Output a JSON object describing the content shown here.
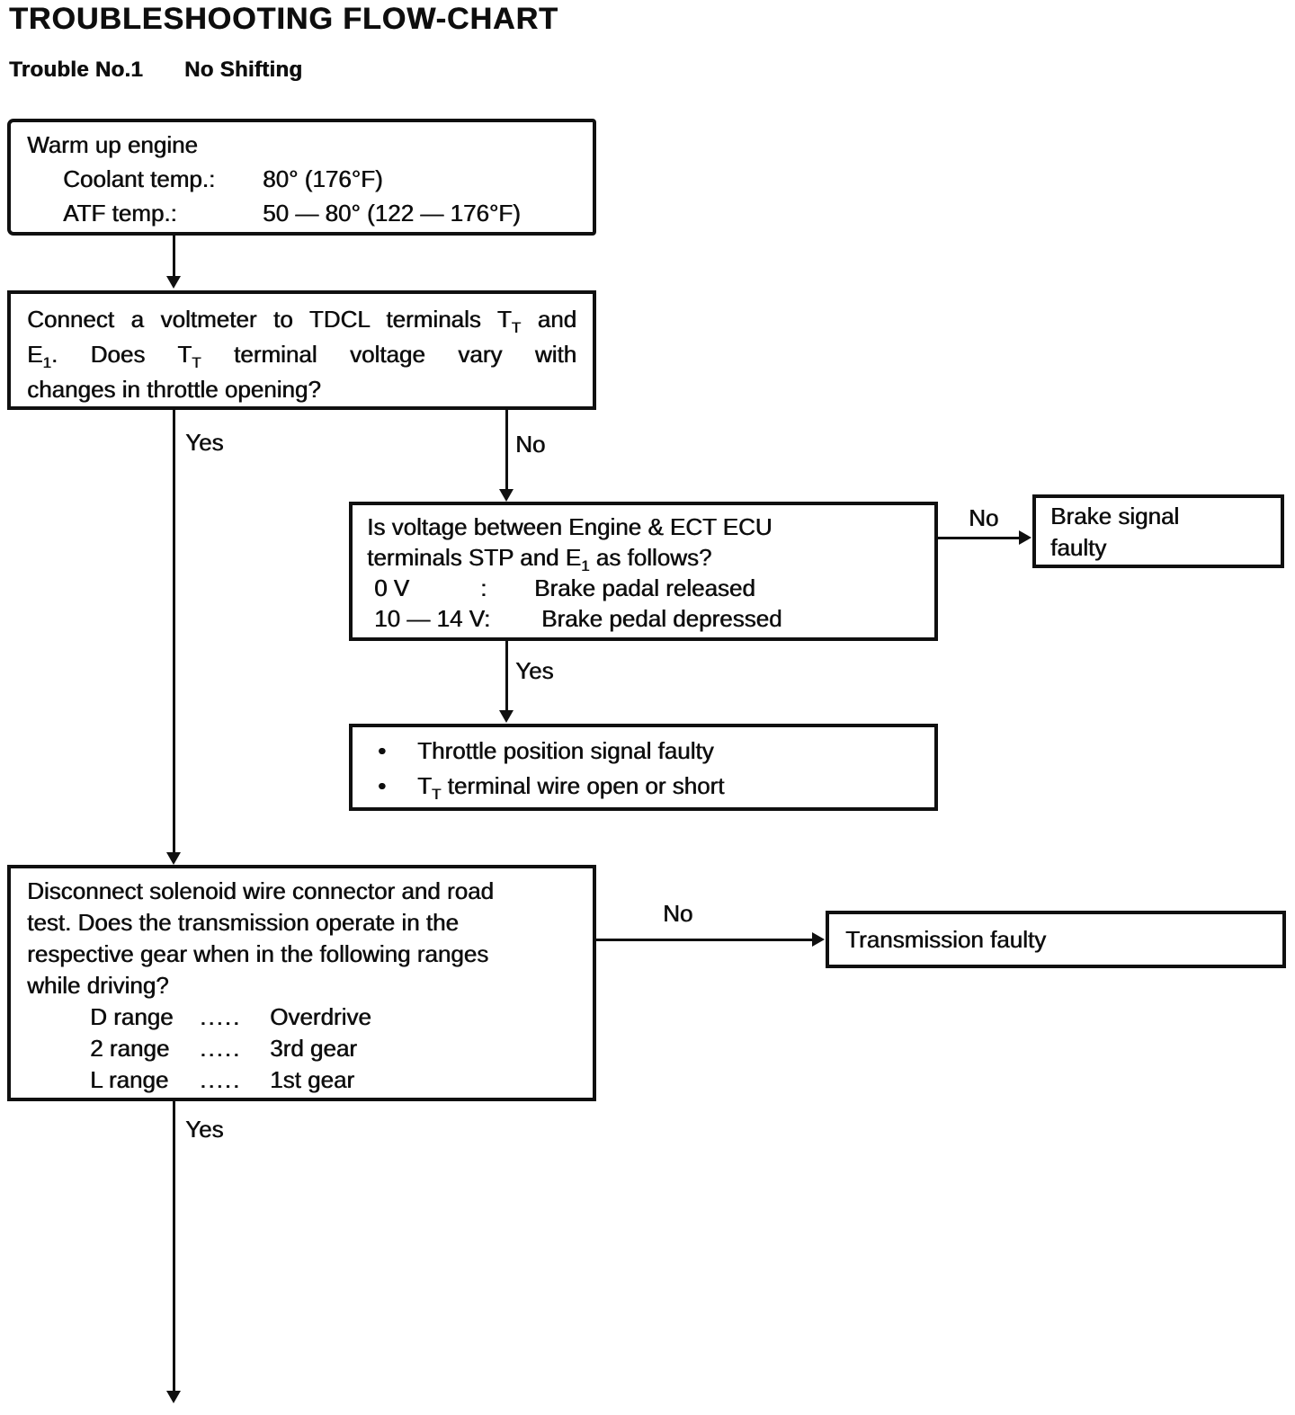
{
  "page": {
    "title": "TROUBLESHOOTING FLOW-CHART",
    "trouble_label": "Trouble No.1",
    "trouble_name": "No Shifting"
  },
  "connector_labels": {
    "yes1": "Yes",
    "no1": "No",
    "no2": "No",
    "yes2": "Yes",
    "no3": "No",
    "yes3": "Yes"
  },
  "bullet_char": "•",
  "boxes": {
    "warm_up_engine": {
      "title": "Warm up engine",
      "rows": [
        {
          "label": "Coolant temp.:",
          "value": "80° (176°F)"
        },
        {
          "label": "ATF temp.:",
          "value": "50 — 80° (122 — 176°F)"
        }
      ]
    },
    "voltmeter_check": {
      "line1_a": "Connect a voltmeter to TDCL terminals T",
      "line1_sub": "T",
      "line1_b": " and",
      "line2_a": "E",
      "line2_sub1": "1",
      "line2_b": ". Does T",
      "line2_sub2": "T",
      "line2_c": " terminal voltage vary with",
      "line3": "changes in throttle opening?"
    },
    "stp_voltage_check": {
      "question_a": "Is voltage between Engine & ECT ECU terminals STP and E",
      "question_sub": "1",
      "question_b": " as follows?",
      "rows": [
        {
          "label": "0 V",
          "colon": ":",
          "value": "Brake padal released"
        },
        {
          "label": "10 — 14 V:",
          "value": "Brake pedal depressed"
        }
      ]
    },
    "brake_signal_faulty": {
      "text": "Brake signal faulty"
    },
    "throttle_signal_faulty": {
      "item1": "Throttle position signal faulty",
      "item2_a": "T",
      "item2_sub": "T",
      "item2_b": " terminal wire open or short"
    },
    "road_test": {
      "question": "Disconnect solenoid wire connector and road test. Does the transmission operate in the respective gear when in the following ranges while driving?",
      "rows": [
        {
          "range": "D range",
          "dots": ".....",
          "gear": "Overdrive"
        },
        {
          "range": "2 range",
          "dots": ".....",
          "gear": "3rd gear"
        },
        {
          "range": "L range",
          "dots": ".....",
          "gear": "1st gear"
        }
      ]
    },
    "transmission_faulty": {
      "text": "Transmission faulty"
    }
  }
}
